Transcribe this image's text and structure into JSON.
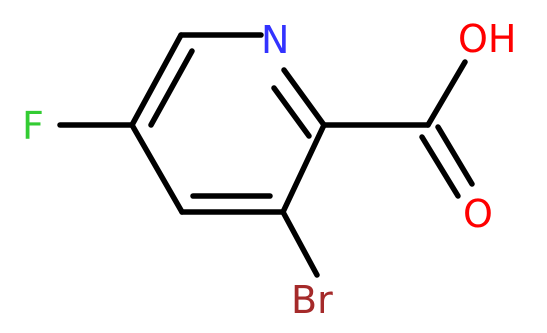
{
  "molecule": {
    "atoms": {
      "n": {
        "label": "N",
        "color": "#3333ff"
      },
      "f": {
        "label": "F",
        "color": "#33cc33"
      },
      "br": {
        "label": "Br",
        "color": "#a52a2a"
      },
      "oh": {
        "label": "OH",
        "color": "#ff0000"
      },
      "o": {
        "label": "O",
        "color": "#ff0000"
      }
    },
    "bond_color": "#000000",
    "background": "#ffffff"
  }
}
